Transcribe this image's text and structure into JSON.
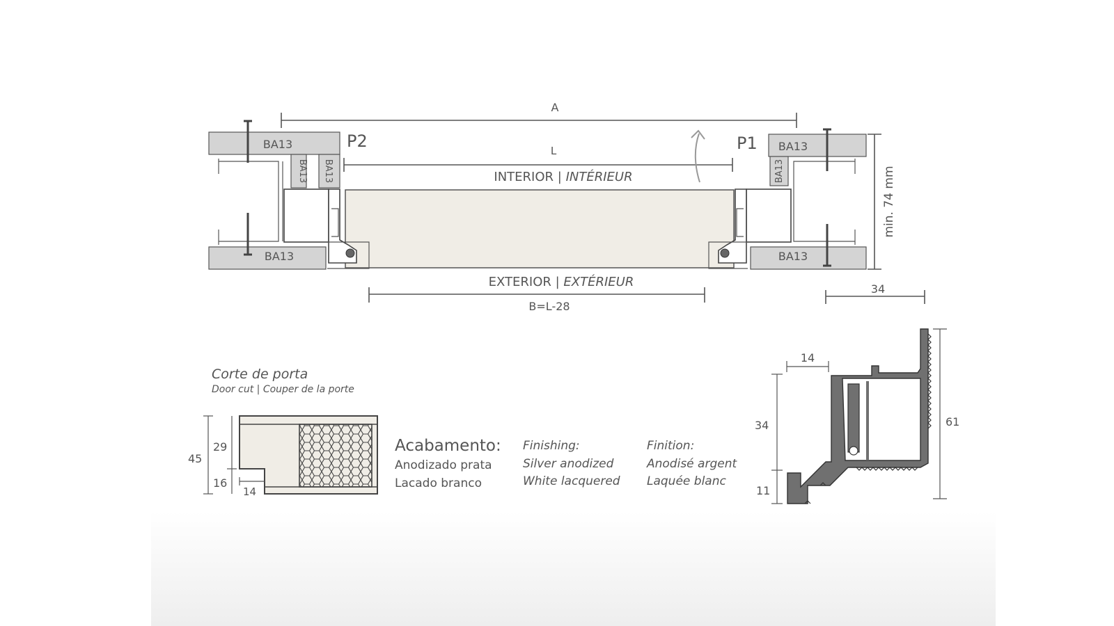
{
  "plan": {
    "dim_a": "A",
    "dim_l": "L",
    "dim_b": "B=L-28",
    "dim_depth": "min. 74 mm",
    "dim_34": "34",
    "interior": "INTERIOR",
    "interior_fr": "INTÉRIEUR",
    "exterior": "EXTERIOR",
    "exterior_fr": "EXTÉRIEUR",
    "separator": "|",
    "p1": "P1",
    "p2": "P2",
    "board_label": "BA13"
  },
  "door_cut": {
    "title": "Corte de porta",
    "subtitle_en": "Door cut",
    "subtitle_fr": "Couper de la porte",
    "separator": "|",
    "dim_45": "45",
    "dim_29": "29",
    "dim_16": "16",
    "dim_14": "14"
  },
  "finishing": {
    "pt_title": "Acabamento:",
    "pt_1": "Anodizado prata",
    "pt_2": "Lacado branco",
    "en_title": "Finishing:",
    "en_1": "Silver anodized",
    "en_2": "White lacquered",
    "fr_title": "Finition:",
    "fr_1": "Anodisé argent",
    "fr_2": "Laquée blanc"
  },
  "profile": {
    "dim_14": "14",
    "dim_34": "34",
    "dim_61": "61",
    "dim_11": "11"
  },
  "colors": {
    "line": "#555555",
    "board": "#d4d4d4",
    "door_panel": "#f0ede6",
    "metal": "#707070"
  }
}
